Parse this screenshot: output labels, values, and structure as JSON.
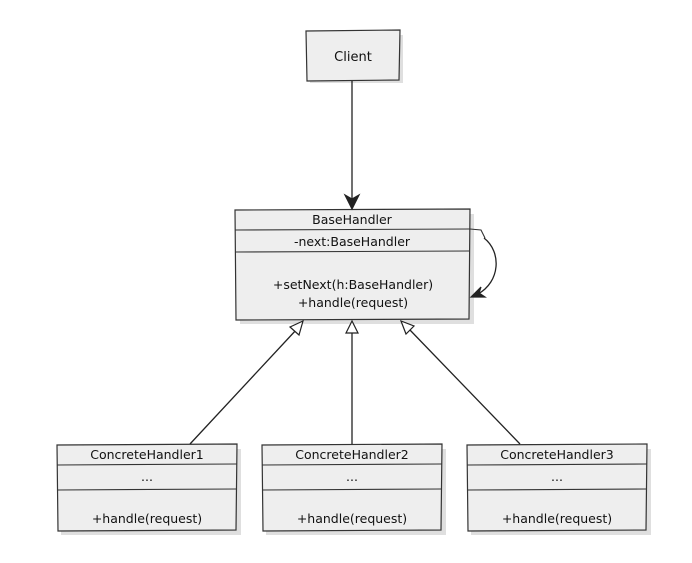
{
  "client": {
    "name": "Client"
  },
  "base_handler": {
    "name": "BaseHandler",
    "attributes": [
      "-next:BaseHandler"
    ],
    "methods": [
      "+setNext(h:BaseHandler)",
      "+handle(request)"
    ]
  },
  "concrete_handlers": [
    {
      "name": "ConcreteHandler1",
      "attributes": [
        "..."
      ],
      "methods": [
        "+handle(request)"
      ]
    },
    {
      "name": "ConcreteHandler2",
      "attributes": [
        "..."
      ],
      "methods": [
        "+handle(request)"
      ]
    },
    {
      "name": "ConcreteHandler3",
      "attributes": [
        "..."
      ],
      "methods": [
        "+handle(request)"
      ]
    }
  ]
}
